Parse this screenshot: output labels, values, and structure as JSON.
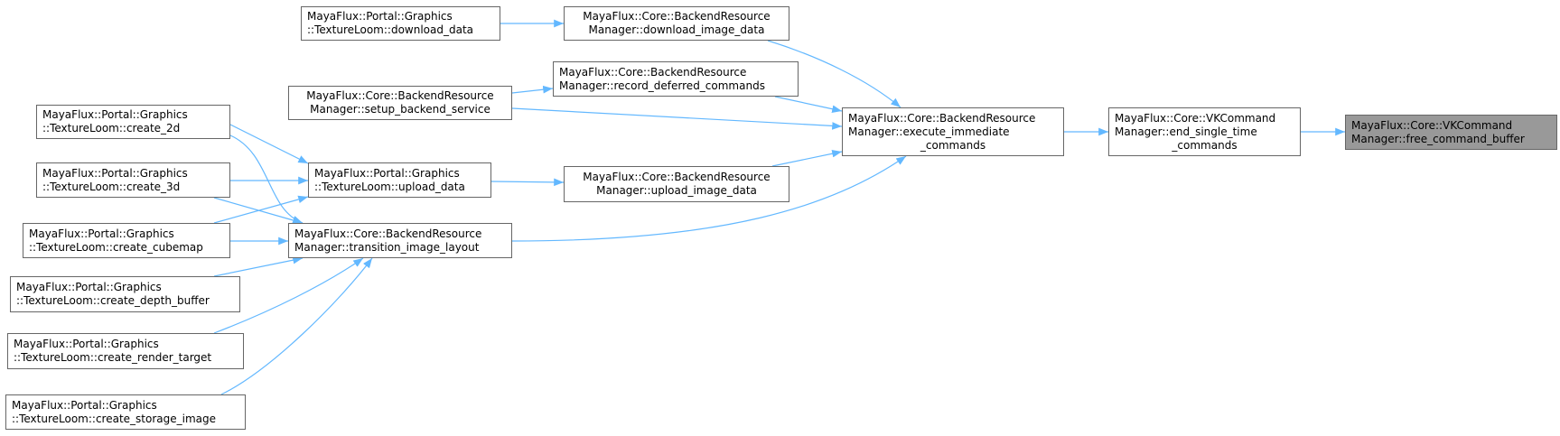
{
  "nodes": {
    "download_data": [
      "MayaFlux::Portal::Graphics",
      "::TextureLoom::download_data"
    ],
    "download_image_data": [
      "MayaFlux::Core::BackendResource",
      "Manager::download_image_data"
    ],
    "record_deferred_commands": [
      "MayaFlux::Core::BackendResource",
      "Manager::record_deferred_commands"
    ],
    "setup_backend_service": [
      "MayaFlux::Core::BackendResource",
      "Manager::setup_backend_service"
    ],
    "execute_immediate_commands": [
      "MayaFlux::Core::BackendResource",
      "Manager::execute_immediate",
      "_commands"
    ],
    "end_single_time_commands": [
      "MayaFlux::Core::VKCommand",
      "Manager::end_single_time",
      "_commands"
    ],
    "free_command_buffer": [
      "MayaFlux::Core::VKCommand",
      "Manager::free_command_buffer"
    ],
    "create_2d": [
      "MayaFlux::Portal::Graphics",
      "::TextureLoom::create_2d"
    ],
    "create_3d": [
      "MayaFlux::Portal::Graphics",
      "::TextureLoom::create_3d"
    ],
    "upload_data": [
      "MayaFlux::Portal::Graphics",
      "::TextureLoom::upload_data"
    ],
    "upload_image_data": [
      "MayaFlux::Core::BackendResource",
      "Manager::upload_image_data"
    ],
    "create_cubemap": [
      "MayaFlux::Portal::Graphics",
      "::TextureLoom::create_cubemap"
    ],
    "transition_image_layout": [
      "MayaFlux::Core::BackendResource",
      "Manager::transition_image_layout"
    ],
    "create_depth_buffer": [
      "MayaFlux::Portal::Graphics",
      "::TextureLoom::create_depth_buffer"
    ],
    "create_render_target": [
      "MayaFlux::Portal::Graphics",
      "::TextureLoom::create_render_target"
    ],
    "create_storage_image": [
      "MayaFlux::Portal::Graphics",
      "::TextureLoom::create_storage_image"
    ]
  },
  "colors": {
    "edge": "#63b8ff",
    "border": "#666666",
    "highlight_fill": "#999999"
  }
}
